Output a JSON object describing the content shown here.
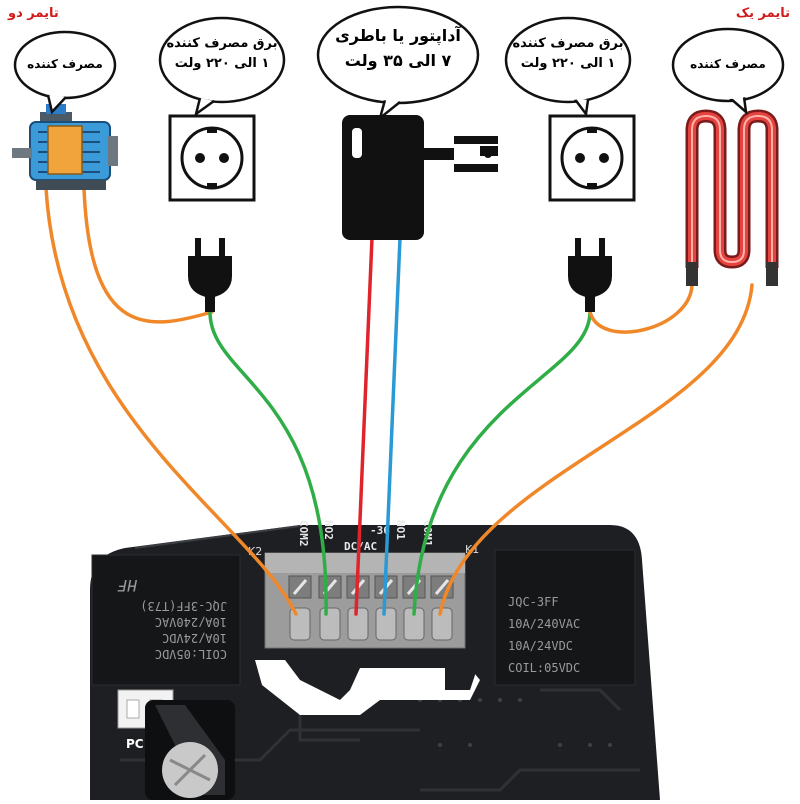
{
  "colors": {
    "orange": "#f0882a",
    "green": "#2fae47",
    "red": "#e0242b",
    "blue": "#2a9ad6",
    "timer_red": "#d11a1a",
    "board": "#1d1f22",
    "connector": "#a8a8a8"
  },
  "timers": {
    "left_label": "تایمر دو",
    "right_label": "تایمر یک"
  },
  "bubbles": {
    "consumer_left": "مصرف کننده",
    "mains_left_line1": "برق مصرف کننده",
    "mains_left_line2": "۱ الی ۲۲۰ ولت",
    "adapter_line1": "آداپتور یا باطری",
    "adapter_line2": "۷ الی ۳۵ ولت",
    "mains_right_line1": "برق مصرف کننده",
    "mains_right_line2": "۱ الی ۲۲۰ ولت",
    "consumer_right": "مصرف کننده"
  },
  "icons": {
    "motor": "motor-icon",
    "socket": "wall-socket-icon",
    "adapter": "power-adapter-icon",
    "plug": "power-plug-icon",
    "heater": "heating-element-icon"
  },
  "board": {
    "terminal_labels": [
      "COM2",
      "NO2",
      "DC/AC",
      "-",
      "NO1",
      "COM1"
    ],
    "dc_label": "-36",
    "k2": "K2",
    "k1": "K1",
    "pc": "PC",
    "relay_left": {
      "line1": "COIL:05VDC",
      "line2": "10A/24VDC",
      "line3": "10A/240VAC",
      "line4": "JQC-3FF(T73)",
      "brand": "HF"
    },
    "relay_right": {
      "line1": "JQC-3FF",
      "line2": "10A/240VAC",
      "line3": "10A/24VDC",
      "line4": "COIL:05VDC"
    }
  }
}
